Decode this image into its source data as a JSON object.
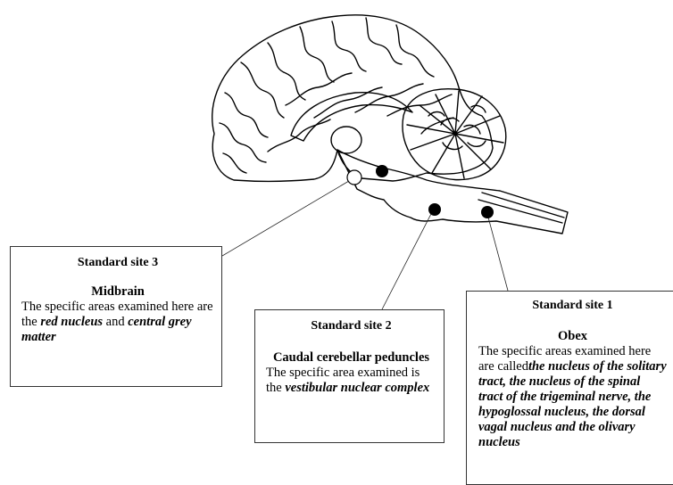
{
  "sites": [
    {
      "title": "Standard site 3",
      "region": "Midbrain",
      "desc_plain": "The specific areas examined here are the ",
      "desc_bold1": "red nucleus",
      "desc_mid": " and ",
      "desc_bold2": "central grey matter"
    },
    {
      "title": "Standard site 2",
      "region": "Caudal cerebellar peduncles",
      "desc_plain": "The specific area examined is the ",
      "desc_bold": "vestibular nuclear complex"
    },
    {
      "title": "Standard site 1",
      "region": "Obex",
      "desc_plain": "The specific areas examined here are called",
      "desc_bold": "the nucleus of the solitary tract, the nucleus of the spinal tract of the trigeminal nerve, the hypoglossal nucleus, the dorsal vagal nucleus and the olivary nucleus"
    }
  ],
  "colors": {
    "outline": "#000000",
    "marker_fill": "#000000",
    "open_marker_fill": "#ffffff",
    "box_border": "#333333"
  }
}
